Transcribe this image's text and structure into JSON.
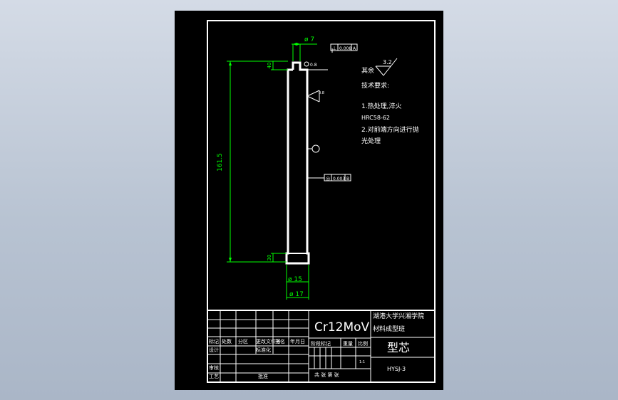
{
  "colors": {
    "model_space": "#000000",
    "outline": "#ffffff",
    "dimension": "#00ff00",
    "background_top": "#d4dbe6",
    "background_bottom": "#aab6c7"
  },
  "drawing": {
    "dims": {
      "top_diameter": "ø 7",
      "top_height": "40",
      "overall_length": "161.5",
      "bottom_height": "30",
      "bottom_diameter_inner": "ø 15",
      "bottom_diameter_outer": "ø 17",
      "radius": "0.8"
    },
    "tolerances": {
      "perpendicularity": {
        "symbol": "⊥",
        "value": "0.008",
        "datum": "A"
      },
      "concentricity": {
        "symbol": "◎",
        "value": "0.003",
        "datum": "B"
      }
    },
    "roughness": {
      "others_label": "其余",
      "value": "3.2",
      "face_value": "0.8"
    },
    "tech_requirements": {
      "title": "技术要求:",
      "lines": [
        "1.热处理,淬火",
        "HRC58-62",
        "2.对前端方向进行抛",
        "光处理"
      ]
    }
  },
  "title_block": {
    "material": "Cr12MoV",
    "school_line1": "湖港大学兴湘学院",
    "school_line2": "材料成型班",
    "part_name": "型芯",
    "drawing_no": "HYSJ-3",
    "scale_value": "1:1",
    "labels": {
      "mark": "标记",
      "count": "处数",
      "zone": "分区",
      "change_doc": "更改文件号",
      "sign": "签名",
      "date": "年月日",
      "design": "设计",
      "standardize": "标准化",
      "stage_mark": "阶段标记",
      "weight": "重量",
      "scale": "比例",
      "review": "审核",
      "process": "工艺",
      "approve": "批准",
      "sheets": "共 张 第 张"
    }
  }
}
